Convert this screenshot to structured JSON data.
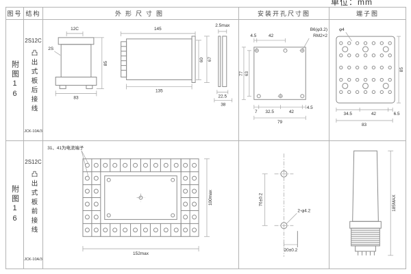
{
  "unit_label": "单位：mm",
  "headers": {
    "fig": "图号",
    "structure": "结构",
    "outline": "外形尺寸图",
    "mounting": "安装开孔尺寸图",
    "terminal": "端子图"
  },
  "row1": {
    "fig_no": "附图16",
    "model": "2S12C",
    "structure_text": "凸出式板后接线",
    "type_code": "JCK-10A/3",
    "outline": {
      "dim_12c": "12C",
      "dim_2s": "2S",
      "dim_83": "83",
      "dim_85": "85",
      "dim_145": "145",
      "dim_135": "135",
      "dim_60": "60",
      "dim_67": "67",
      "dim_2_5max": "2.5max",
      "dim_22_5": "22.5",
      "dim_38": "38"
    },
    "mounting": {
      "dim_4_5_top": "4.5",
      "dim_42_top": "42",
      "label_b6": "B6(φ3.2)",
      "label_rm2": "RM2×2",
      "dim_77": "77",
      "dim_63": "63",
      "dim_7": "7",
      "dim_32_5": "32.5",
      "dim_42_bottom": "42",
      "dim_4_5_bottom": "4.5",
      "dim_79": "79"
    },
    "terminal": {
      "label_phi4": "φ4",
      "dim_34_5": "34.5",
      "dim_42": "42",
      "dim_6_5": "6.5",
      "dim_83": "83",
      "dim_85": "85"
    }
  },
  "row2": {
    "fig_no": "附图16",
    "model": "2S12C",
    "structure_text": "凸出式板前接线",
    "type_code": "JCK-10A/3",
    "outline": {
      "note": "31、41为电流端子",
      "dim_152max": "152max",
      "dim_100max": "100max"
    },
    "mounting": {
      "dim_76": "76±0.2",
      "label_holes": "2-φ4.2",
      "dim_20": "20±0.2"
    },
    "terminal": {
      "dim_185max": "185MAX"
    }
  }
}
